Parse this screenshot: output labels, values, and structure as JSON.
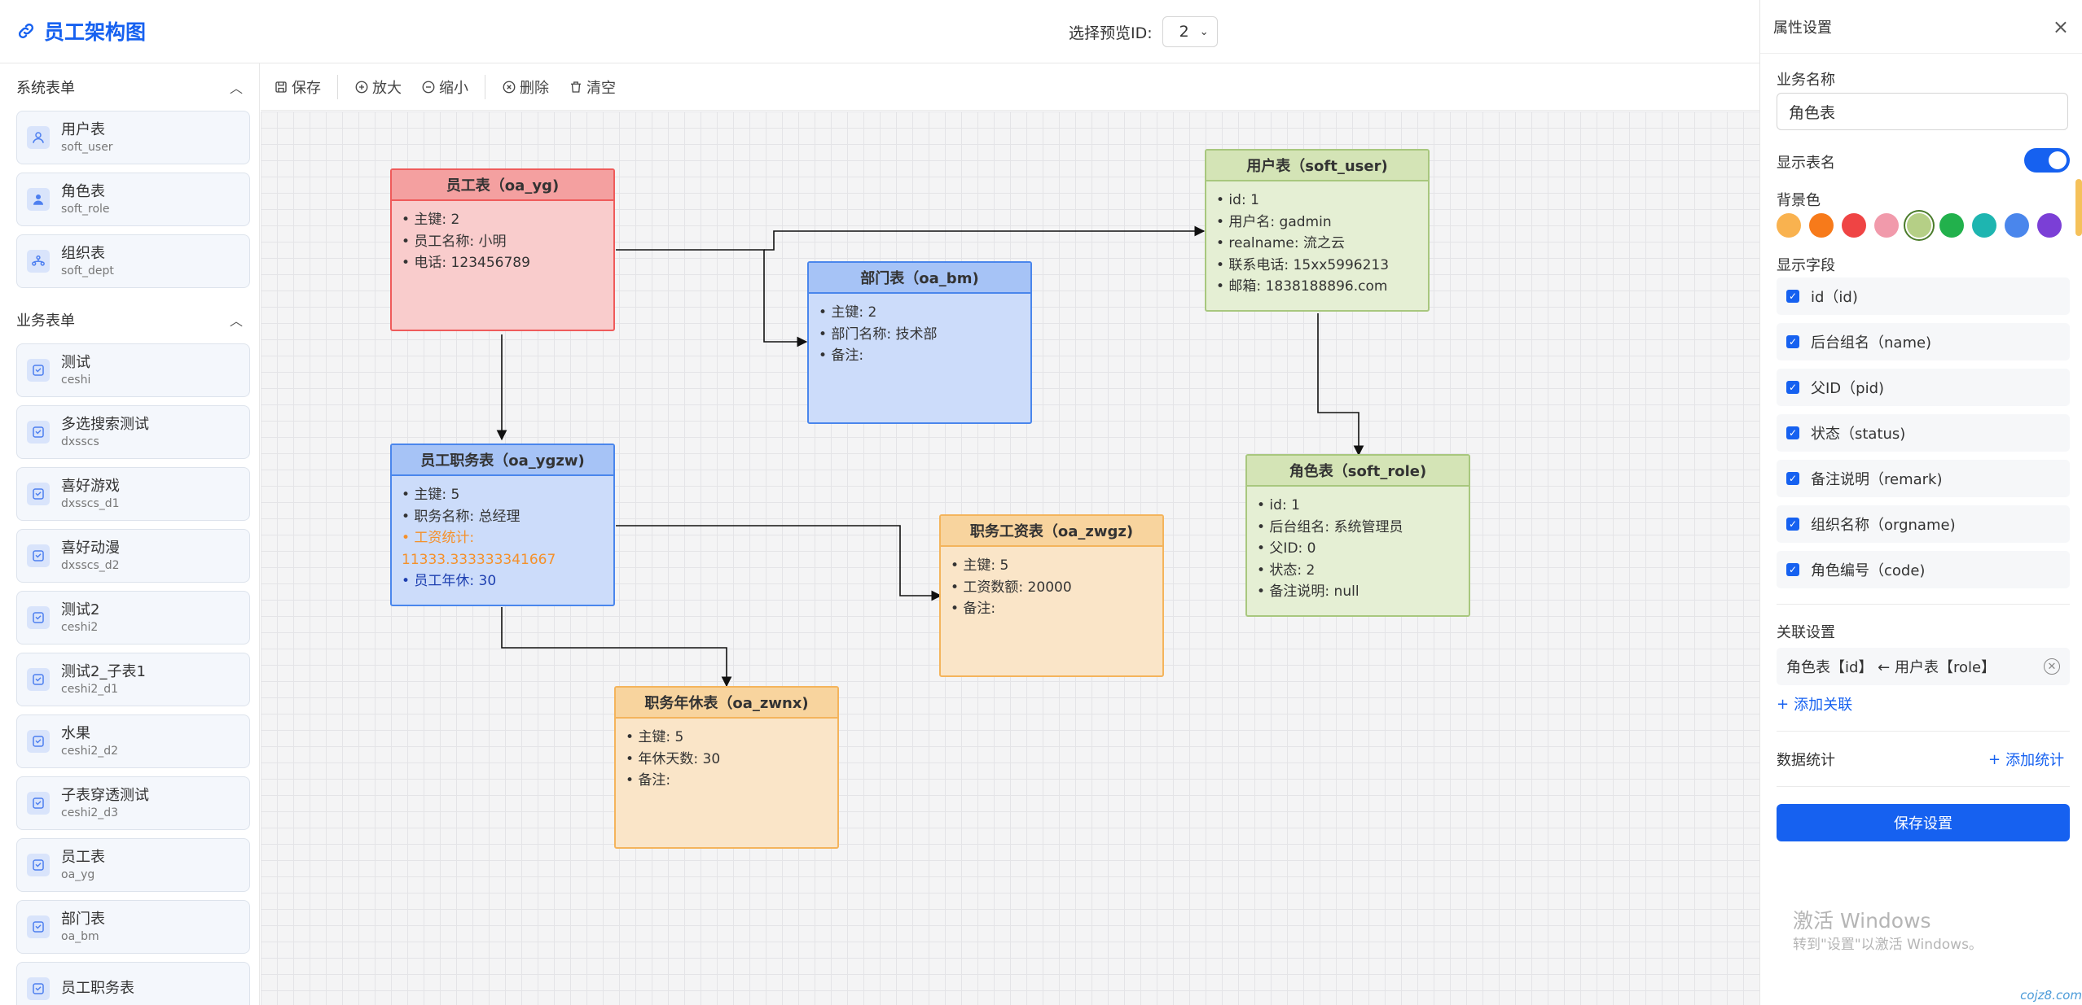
{
  "app": {
    "title": "员工架构图"
  },
  "preview": {
    "label": "选择预览ID:",
    "value": "2"
  },
  "sidebar": {
    "system_title": "系统表单",
    "system_items": [
      {
        "name": "用户表",
        "code": "soft_user"
      },
      {
        "name": "角色表",
        "code": "soft_role"
      },
      {
        "name": "组织表",
        "code": "soft_dept"
      }
    ],
    "business_title": "业务表单",
    "business_items": [
      {
        "name": "测试",
        "code": "ceshi"
      },
      {
        "name": "多选搜索测试",
        "code": "dxsscs"
      },
      {
        "name": "喜好游戏",
        "code": "dxsscs_d1"
      },
      {
        "name": "喜好动漫",
        "code": "dxsscs_d2"
      },
      {
        "name": "测试2",
        "code": "ceshi2"
      },
      {
        "name": "测试2_子表1",
        "code": "ceshi2_d1"
      },
      {
        "name": "水果",
        "code": "ceshi2_d2"
      },
      {
        "name": "子表穿透测试",
        "code": "ceshi2_d3"
      },
      {
        "name": "员工表",
        "code": "oa_yg"
      },
      {
        "name": "部门表",
        "code": "oa_bm"
      },
      {
        "name": "员工职务表",
        "code": ""
      }
    ]
  },
  "toolbar": {
    "save": "保存",
    "zoom_in": "放大",
    "zoom_out": "缩小",
    "delete": "删除",
    "clear": "清空"
  },
  "nodes": {
    "oa_yg": {
      "title": "员工表（oa_yg)",
      "rows": [
        "• 主键: 2",
        "• 员工名称: 小明",
        "• 电话: 123456789"
      ]
    },
    "oa_bm": {
      "title": "部门表（oa_bm)",
      "rows": [
        "• 主键: 2",
        "• 部门名称: 技术部",
        "• 备注:"
      ]
    },
    "soft_user": {
      "title": "用户表（soft_user)",
      "rows": [
        "• id: 1",
        "• 用户名: gadmin",
        "• realname: 流之云",
        "• 联系电话: 15xx5996213",
        "• 邮箱: 1838188896.com"
      ]
    },
    "soft_role": {
      "title": "角色表（soft_role)",
      "rows": [
        "• id: 1",
        "• 后台组名: 系统管理员",
        "• 父ID: 0",
        "• 状态: 2",
        "• 备注说明: null"
      ]
    },
    "oa_ygzw": {
      "title": "员工职务表（oa_ygzw)",
      "rows": [
        "• 主键: 5",
        "• 职务名称: 总经理"
      ],
      "stat": "• 工资统计: 11333.333333341667",
      "extra": "• 员工年休: 30"
    },
    "oa_zwgz": {
      "title": "职务工资表（oa_zwgz)",
      "rows": [
        "• 主键: 5",
        "• 工资数额: 20000",
        "• 备注:"
      ]
    },
    "oa_zwnx": {
      "title": "职务年休表（oa_zwnx)",
      "rows": [
        "• 主键: 5",
        "• 年休天数: 30",
        "• 备注:"
      ]
    }
  },
  "panel": {
    "title": "属性设置",
    "close": "×",
    "business_name_label": "业务名称",
    "business_name_value": "角色表",
    "show_table_name_label": "显示表名",
    "show_table_name": true,
    "bg_color_label": "背景色",
    "colors": [
      "#f9b24f",
      "#f77a1a",
      "#ef4444",
      "#f19aab",
      "#b5cf86",
      "#22b14c",
      "#1eb5b0",
      "#4a86ec",
      "#7b3fd6"
    ],
    "selected_color": "#b5cf86",
    "fields_label": "显示字段",
    "fields": [
      "id（id)",
      "后台组名（name)",
      "父ID（pid)",
      "状态（status)",
      "备注说明（remark)",
      "组织名称（orgname)",
      "角色编号（code)"
    ],
    "relation_label": "关联设置",
    "relation_text": "角色表【id】 ← 用户表【role】",
    "add_relation": "添加关联",
    "stats_label": "数据统计",
    "add_stat": "添加统计",
    "save_button": "保存设置"
  },
  "watermark": {
    "line1": "激活 Windows",
    "line2": "转到\"设置\"以激活 Windows。",
    "site": "cojz8.com"
  }
}
